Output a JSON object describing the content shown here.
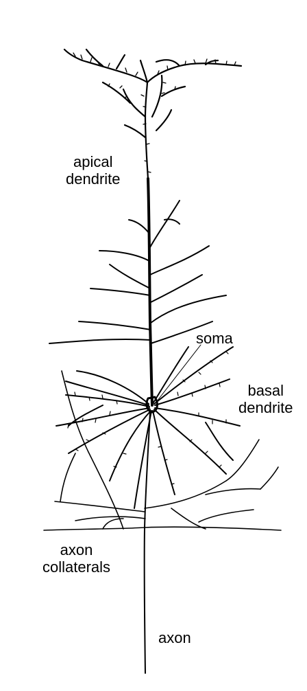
{
  "labels": {
    "apical": {
      "line1": "apical",
      "line2": "dendrite"
    },
    "soma": "soma",
    "basal": {
      "line1": "basal",
      "line2": "dendrite"
    },
    "axon_collaterals": {
      "line1": "axon",
      "line2": "collaterals"
    },
    "axon": "axon"
  },
  "colors": {
    "ink": "#000000",
    "background": "#ffffff"
  }
}
